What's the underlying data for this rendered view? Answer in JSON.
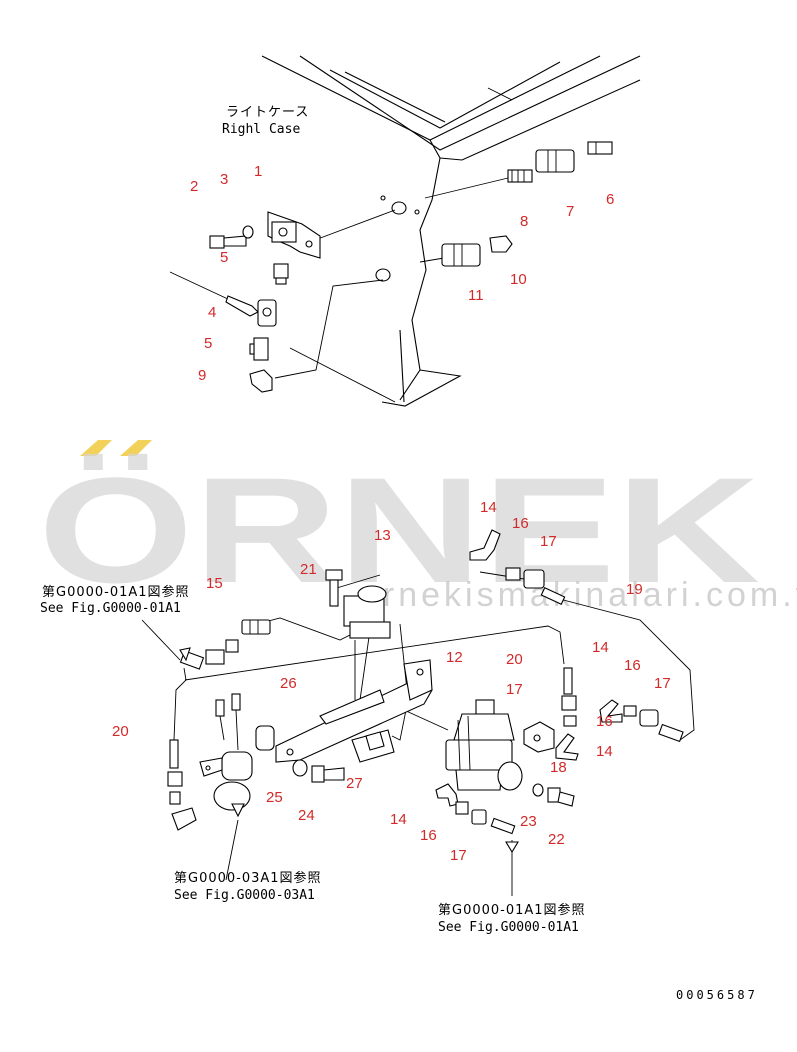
{
  "header": {
    "case_label_jp": "ライトケース",
    "case_label_en": "Righl Case"
  },
  "references": [
    {
      "jp": "第G0000-01A1図参照",
      "en": "See Fig.G0000-01A1"
    },
    {
      "jp": "第G0000-03A1図参照",
      "en": "See Fig.G0000-03A1"
    },
    {
      "jp": "第G0000-01A1図参照",
      "en": "See Fig.G0000-01A1"
    }
  ],
  "callouts": [
    "1",
    "2",
    "3",
    "5",
    "4",
    "5",
    "9",
    "8",
    "7",
    "6",
    "11",
    "10",
    "14",
    "16",
    "17",
    "13",
    "21",
    "15",
    "19",
    "12",
    "20",
    "17",
    "14",
    "16",
    "17",
    "26",
    "20",
    "16",
    "14",
    "18",
    "25",
    "24",
    "27",
    "14",
    "16",
    "17",
    "23",
    "22"
  ],
  "watermark": {
    "brand": "ÖRNEK",
    "url": "ornekismakinalari.com.tr",
    "accent_color": "#f2d15a"
  },
  "doc_number": "00056587",
  "colors": {
    "callout": "#d22a2a",
    "line": "#000000",
    "watermark": "#d6d6d6"
  }
}
